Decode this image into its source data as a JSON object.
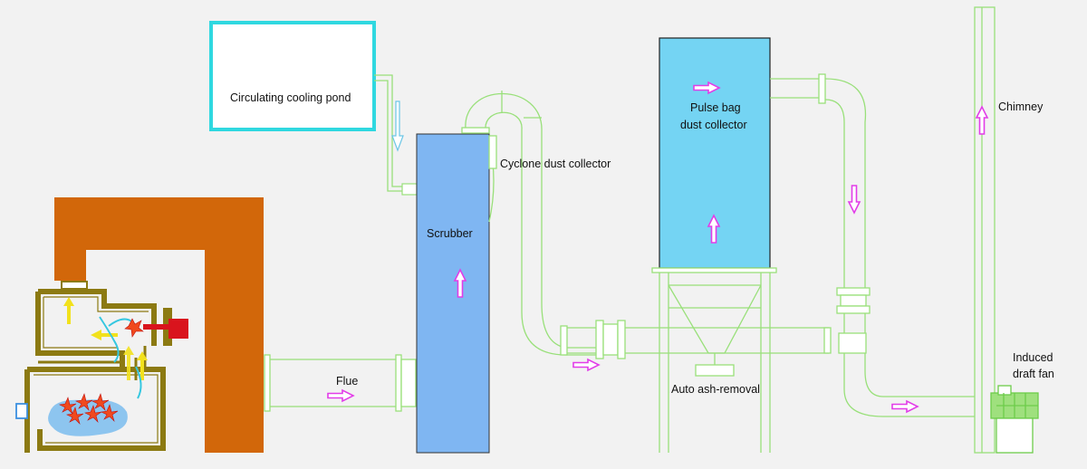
{
  "labels": {
    "pond": "Circulating cooling pond",
    "cyclone": "Cyclone dust collector",
    "scrubber": "Scrubber",
    "bag_line1": "Pulse bag",
    "bag_line2": "dust collector",
    "chimney": "Chimney",
    "flue": "Flue",
    "ash": "Auto ash-removal",
    "fan_line1": "Induced",
    "fan_line2": "draft fan"
  },
  "colors": {
    "pipe": "#99e07a",
    "brown": "#d2670a",
    "olive": "#8c7a12",
    "scrubber": "#7fb6f2",
    "bag": "#74d4f3",
    "pond_border": "#2fd8e0",
    "arrow_flow": "#e23de8",
    "arrow_heat": "#f2e11c",
    "burner": "#d9141d"
  }
}
